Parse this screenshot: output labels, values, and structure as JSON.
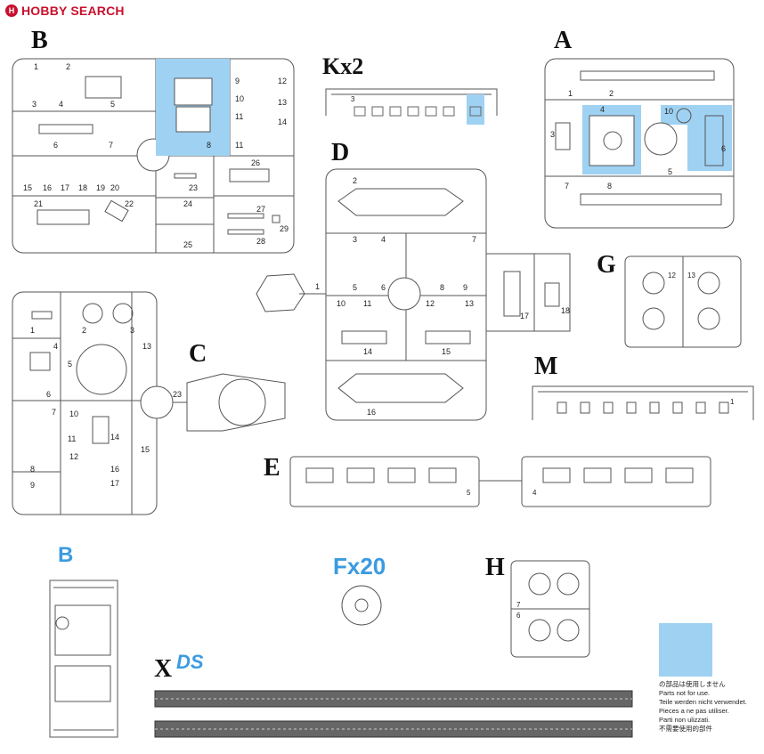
{
  "banner": {
    "logo_text": "HOBBY SEARCH"
  },
  "sprues": {
    "B": {
      "label": "B",
      "numbers": [
        "1",
        "2",
        "3",
        "4",
        "5",
        "6",
        "7",
        "8",
        "9",
        "10",
        "11",
        "12",
        "13",
        "14",
        "15",
        "16",
        "17",
        "18",
        "19",
        "20",
        "21",
        "22",
        "23",
        "24",
        "25",
        "26",
        "27",
        "28",
        "29"
      ]
    },
    "Kx2": {
      "label": "Kx2",
      "numbers": [
        "3"
      ]
    },
    "A": {
      "label": "A",
      "numbers": [
        "1",
        "2",
        "3",
        "4",
        "5",
        "6",
        "7",
        "8",
        "10"
      ]
    },
    "D": {
      "label": "D",
      "numbers": [
        "1",
        "2",
        "3",
        "4",
        "5",
        "6",
        "7",
        "8",
        "9",
        "10",
        "11",
        "12",
        "13",
        "14",
        "15",
        "16",
        "17",
        "18"
      ]
    },
    "C": {
      "label": "C",
      "numbers": [
        "1",
        "2",
        "3",
        "4",
        "5",
        "6",
        "7",
        "8",
        "9",
        "10",
        "11",
        "12",
        "13",
        "14",
        "15",
        "16",
        "17",
        "23"
      ]
    },
    "G": {
      "label": "G",
      "numbers": [
        "12",
        "13"
      ]
    },
    "M": {
      "label": "M",
      "numbers": [
        "1"
      ]
    },
    "E": {
      "label": "E",
      "numbers": [
        "4",
        "5"
      ]
    },
    "B2": {
      "label": "B"
    },
    "Fx20": {
      "label": "Fx20"
    },
    "H": {
      "label": "H",
      "numbers": [
        "6",
        "7"
      ]
    },
    "X": {
      "label": "X",
      "badge": "DS"
    }
  },
  "legend": {
    "lines": [
      "の部品は使用しません",
      "Parts not for use.",
      "Teile werden nicht verwendet.",
      "Pieces a ne pas utiliser.",
      "Parti non ulizzati.",
      "不需要使用的部件"
    ]
  },
  "colors": {
    "unused_highlight": "#9fd1f2",
    "blue_label": "#3b9be0",
    "line": "#555555"
  }
}
